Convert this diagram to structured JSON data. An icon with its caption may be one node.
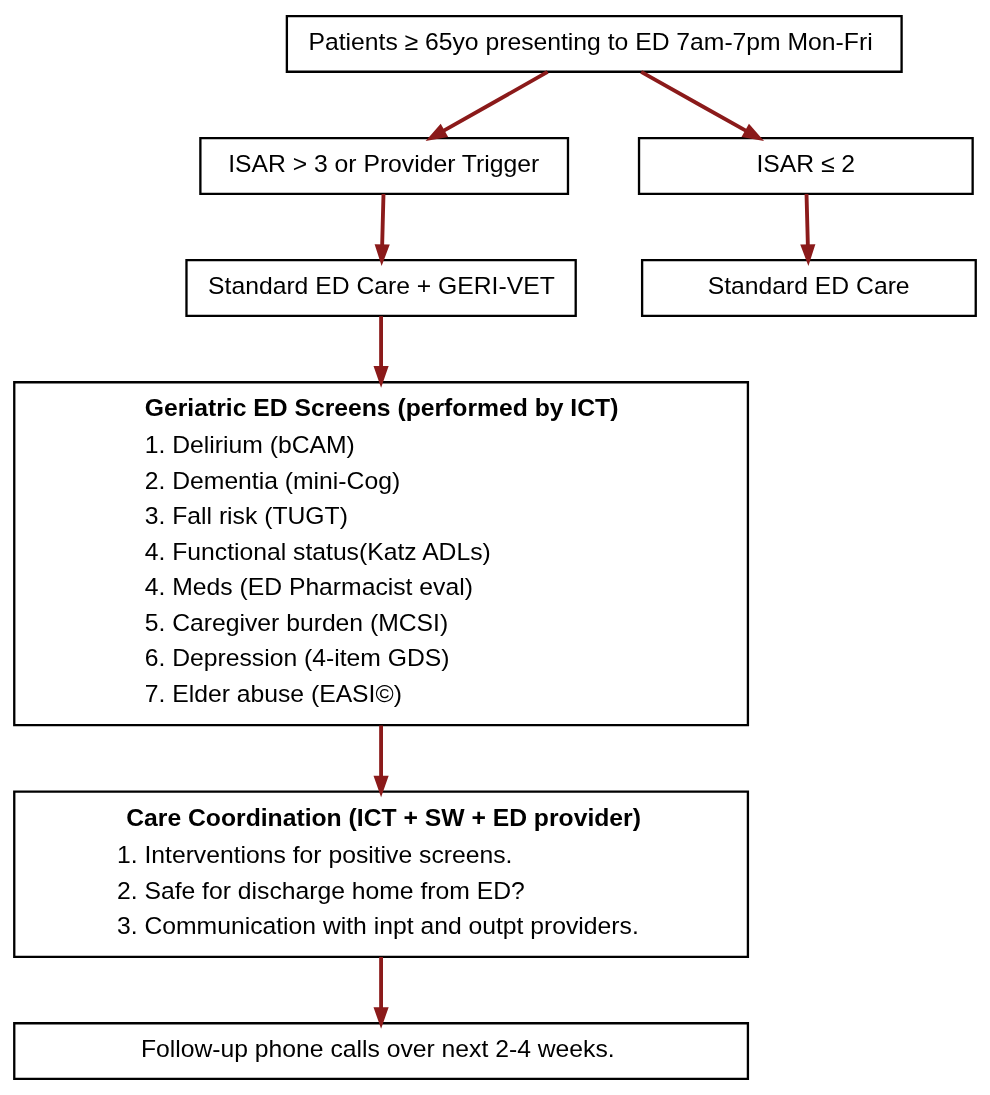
{
  "diagram": {
    "nodes": [
      {
        "text": [
          "Patients ≥ 65yo presenting to ED 7am-7pm Mon-Fri"
        ]
      },
      {
        "text": [
          "ISAR > 3 or Provider Trigger"
        ]
      },
      {
        "text": [
          "ISAR ≤ 2"
        ]
      },
      {
        "text": [
          "Standard ED Care + GERI-VET"
        ]
      },
      {
        "text": [
          "Standard ED Care"
        ]
      },
      {
        "text": [
          "Geriatric ED Screens (performed by ICT)",
          "1. Delirium (bCAM)",
          "2. Dementia (mini-Cog)",
          "3. Fall risk (TUGT)",
          "4. Functional status(Katz ADLs)",
          "4. Meds (ED Pharmacist eval)",
          "5. Caregiver burden (MCSI)",
          "6. Depression (4-item GDS)",
          "7. Elder abuse (EASI©)"
        ]
      },
      {
        "text": [
          "Care Coordination (ICT + SW + ED provider)",
          "1. Interventions for positive screens.",
          "2. Safe for discharge home from ED?",
          "3. Communication with inpt and outpt providers."
        ]
      },
      {
        "text": [
          "Follow-up phone calls over next 2-4 weeks."
        ]
      }
    ],
    "edges": [
      {
        "from": 0,
        "to": 1,
        "arrow": "to"
      },
      {
        "from": 0,
        "to": 2,
        "arrow": "to"
      },
      {
        "from": 1,
        "to": 3,
        "arrow": "to"
      },
      {
        "from": 2,
        "to": 4,
        "arrow": "to"
      },
      {
        "from": 3,
        "to": 5,
        "arrow": "to"
      },
      {
        "from": 5,
        "to": 6,
        "arrow": "to"
      },
      {
        "from": 6,
        "to": 7,
        "arrow": "to"
      }
    ]
  }
}
